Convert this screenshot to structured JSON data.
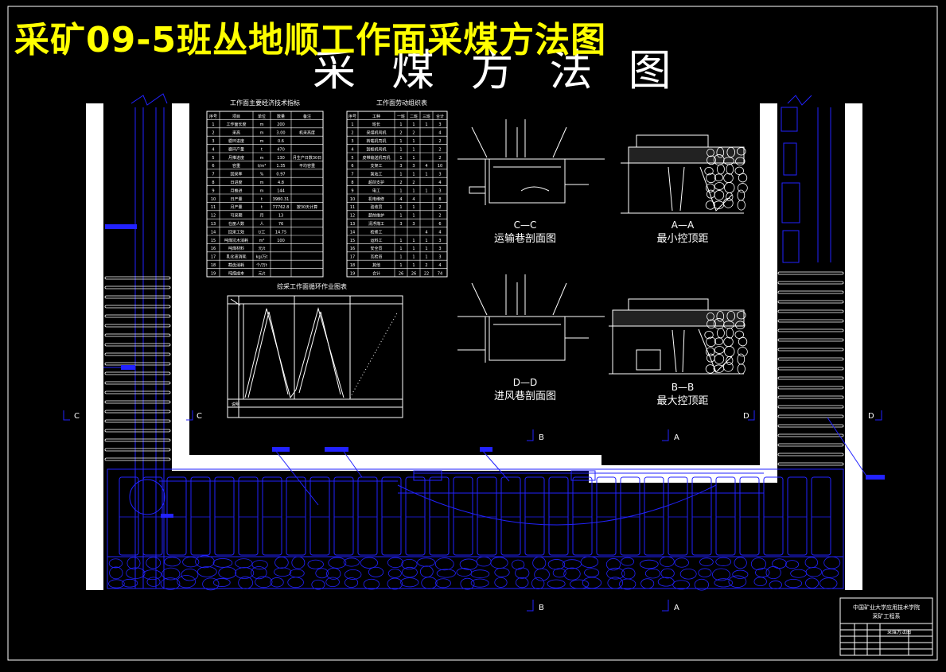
{
  "header": {
    "overlay_title": "采矿09-5班丛地顺工作面采煤方法图",
    "drawing_title": "采 煤 方 法 图"
  },
  "tables": {
    "tech_title": "工作面主要经济技术指标",
    "tech_headers": [
      "序号",
      "项目",
      "单位",
      "数量",
      "备注"
    ],
    "tech_rows": [
      [
        "1",
        "工作面长度",
        "m",
        "200",
        ""
      ],
      [
        "2",
        "采高",
        "m",
        "3.00",
        "机采高度"
      ],
      [
        "3",
        "循环进度",
        "m",
        "0.6",
        ""
      ],
      [
        "4",
        "循环产量",
        "t",
        "470",
        ""
      ],
      [
        "5",
        "月推进度",
        "m",
        "130",
        "月生产日数30日"
      ],
      [
        "6",
        "容重",
        "t/m³",
        "1.35",
        "平均容重"
      ],
      [
        "7",
        "回采率",
        "%",
        "0.97",
        ""
      ],
      [
        "8",
        "日进度",
        "m",
        "4.8",
        ""
      ],
      [
        "9",
        "月推进",
        "m",
        "144",
        ""
      ],
      [
        "10",
        "日产量",
        "t",
        "3980.31",
        ""
      ],
      [
        "11",
        "月产量",
        "t",
        "77762.8",
        "按30天计算"
      ],
      [
        "12",
        "可采期",
        "月",
        "13",
        ""
      ],
      [
        "13",
        "在册人数",
        "人",
        "76",
        ""
      ],
      [
        "14",
        "回采工效",
        "t/工",
        "14.75",
        ""
      ],
      [
        "15",
        "吨煤坑木消耗",
        "m³",
        "100",
        ""
      ],
      [
        "16",
        "吨煤材料",
        "元/t",
        "",
        ""
      ],
      [
        "17",
        "乳化液消耗",
        "kg/万t",
        "",
        ""
      ],
      [
        "18",
        "截齿消耗",
        "个/万t",
        "",
        ""
      ],
      [
        "19",
        "吨煤成本",
        "元/t",
        "",
        ""
      ]
    ],
    "staff_title": "工作面劳动组织表",
    "staff_headers": [
      "序号",
      "工种",
      "一班",
      "二班",
      "三班",
      "合计"
    ],
    "staff_rows": [
      [
        "1",
        "班长",
        "1",
        "1",
        "1",
        "3"
      ],
      [
        "2",
        "采煤机司机",
        "2",
        "2",
        "",
        "4"
      ],
      [
        "3",
        "转载机司机",
        "1",
        "1",
        "",
        "2"
      ],
      [
        "4",
        "刮板机司机",
        "1",
        "1",
        "",
        "2"
      ],
      [
        "5",
        "皮带输送机司机",
        "1",
        "1",
        "",
        "2"
      ],
      [
        "6",
        "支架工",
        "3",
        "3",
        "4",
        "10"
      ],
      [
        "7",
        "泵站工",
        "1",
        "1",
        "1",
        "3"
      ],
      [
        "8",
        "超前支护",
        "2",
        "2",
        "",
        "4"
      ],
      [
        "9",
        "电工",
        "1",
        "1",
        "1",
        "3"
      ],
      [
        "10",
        "机电维修",
        "4",
        "4",
        "",
        "8"
      ],
      [
        "11",
        "验收员",
        "1",
        "1",
        "",
        "2"
      ],
      [
        "12",
        "超前维护",
        "1",
        "1",
        "",
        "2"
      ],
      [
        "13",
        "清浮煤工",
        "3",
        "3",
        "",
        "6"
      ],
      [
        "14",
        "检修工",
        "",
        "",
        "4",
        "4"
      ],
      [
        "15",
        "运料工",
        "1",
        "1",
        "1",
        "3"
      ],
      [
        "16",
        "安全员",
        "1",
        "1",
        "1",
        "3"
      ],
      [
        "17",
        "瓦检员",
        "1",
        "1",
        "1",
        "3"
      ],
      [
        "18",
        "其他",
        "1",
        "1",
        "2",
        "4"
      ],
      [
        "19",
        "合计",
        "26",
        "26",
        "22",
        "74"
      ]
    ],
    "cycle_title": "综采工作面循环作业图表",
    "cycle_footer_label": "说明"
  },
  "sections": {
    "cc_mark": "C—C",
    "cc_name": "运输巷剖面图",
    "dd_mark": "D—D",
    "dd_name": "进风巷剖面图",
    "aa_mark": "A—A",
    "aa_name": "最小控顶距",
    "bb_mark": "B—B",
    "bb_name": "最大控顶距"
  },
  "markers": {
    "c": "C",
    "d": "D",
    "a": "A",
    "b": "B"
  },
  "title_block": {
    "institution_line1": "中国矿业大学应用技术学院",
    "institution_line2": "采矿工程系",
    "drawing_name": "采煤方法图"
  },
  "colors": {
    "background": "#000000",
    "line_white": "#ffffff",
    "line_blue": "#2222ff",
    "accent_yellow": "#ffff00"
  }
}
